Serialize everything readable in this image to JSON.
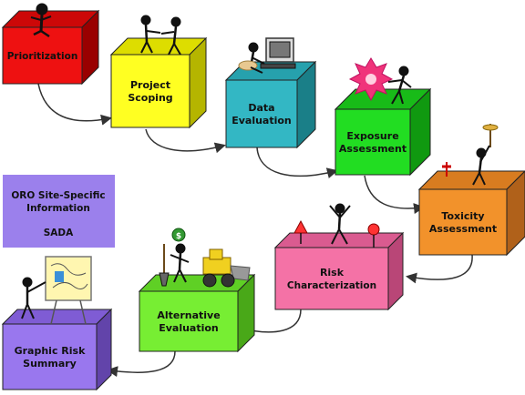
{
  "steps": [
    {
      "id": "prioritization",
      "lines": [
        "Prioritization"
      ],
      "color": "#ee1111",
      "side": "#990000",
      "top": "#cc0808"
    },
    {
      "id": "project-scoping",
      "lines": [
        "Project",
        "Scoping"
      ],
      "color": "#ffff22",
      "side": "#b5b500",
      "top": "#dddd00"
    },
    {
      "id": "data-evaluation",
      "lines": [
        "Data",
        "Evaluation"
      ],
      "color": "#33b7c4",
      "side": "#1a7f88",
      "top": "#26a1ad"
    },
    {
      "id": "exposure-assessment",
      "lines": [
        "Exposure",
        "Assessment"
      ],
      "color": "#22dd22",
      "side": "#109910",
      "top": "#18bb18"
    },
    {
      "id": "toxicity-assessment",
      "lines": [
        "Toxicity",
        "Assessment"
      ],
      "color": "#f2922b",
      "side": "#b0611a",
      "top": "#d87c20"
    },
    {
      "id": "risk-characterization",
      "lines": [
        "Risk",
        "Characterization"
      ],
      "color": "#f472a6",
      "side": "#b94677",
      "top": "#da5b90"
    },
    {
      "id": "alternative-evaluation",
      "lines": [
        "Alternative",
        "Evaluation"
      ],
      "color": "#77ee33",
      "side": "#49a818",
      "top": "#5fd025"
    },
    {
      "id": "graphic-risk-summary",
      "lines": [
        "Graphic Risk",
        "Summary"
      ],
      "color": "#9977ee",
      "side": "#6244aa",
      "top": "#7f5cd4"
    }
  ],
  "info_box": {
    "line1": "ORO Site-Specific",
    "line2": "Information",
    "line3": "SADA",
    "color": "#9b80ec"
  },
  "colors": {
    "arrow": "#333333",
    "figure": "#111111"
  }
}
